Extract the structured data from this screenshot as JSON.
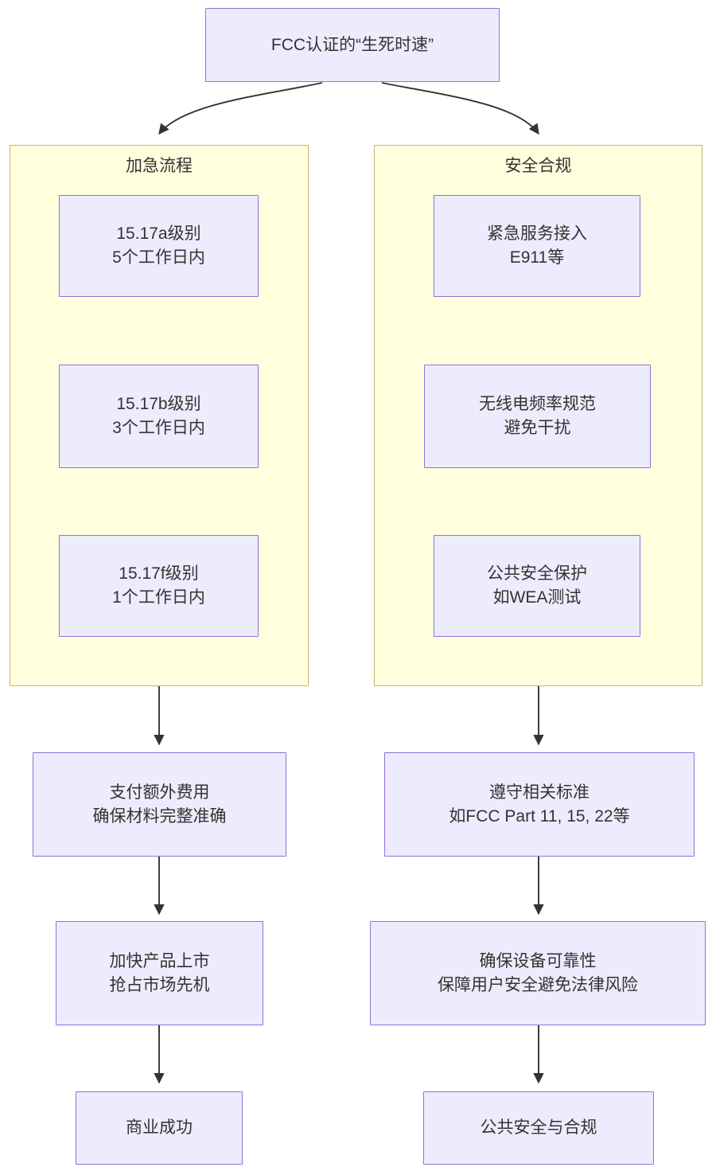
{
  "diagram": {
    "title_node": {
      "label": "FCC认证的“生死时速”"
    },
    "clusters": [
      {
        "id": "cluster-expedited",
        "label": "加急流程",
        "nodes": [
          {
            "id": "node-15-17a",
            "label": "15.17a级别\n5个工作日内"
          },
          {
            "id": "node-15-17b",
            "label": "15.17b级别\n3个工作日内"
          },
          {
            "id": "node-15-17f",
            "label": "15.17f级别\n1个工作日内"
          }
        ]
      },
      {
        "id": "cluster-safety",
        "label": "安全合规",
        "nodes": [
          {
            "id": "node-emergency-service",
            "label": "紧急服务接入\nE911等"
          },
          {
            "id": "node-radio-spectrum",
            "label": "无线电频率规范\n避免干扰"
          },
          {
            "id": "node-public-safety",
            "label": "公共安全保护\n如WEA测试"
          }
        ]
      }
    ],
    "left_chain": [
      {
        "id": "node-extra-fee",
        "label": "支付额外费用\n确保材料完整准确"
      },
      {
        "id": "node-speed-to-market",
        "label": "加快产品上市\n抢占市场先机"
      },
      {
        "id": "node-business-success",
        "label": "商业成功"
      }
    ],
    "right_chain": [
      {
        "id": "node-standards",
        "label": "遵守相关标准\n如FCC Part 11, 15, 22等"
      },
      {
        "id": "node-reliability",
        "label": "确保设备可靠性\n保障用户安全避免法律风险"
      },
      {
        "id": "node-public-safety-compliance",
        "label": "公共安全与合规"
      }
    ],
    "colors": {
      "node_fill": "#ececfc",
      "node_stroke": "#9370db",
      "cluster_fill": "#ffffde",
      "cluster_stroke": "#bdb76b",
      "edge_stroke": "#333333",
      "text": "#333333",
      "background": "#ffffff"
    }
  }
}
